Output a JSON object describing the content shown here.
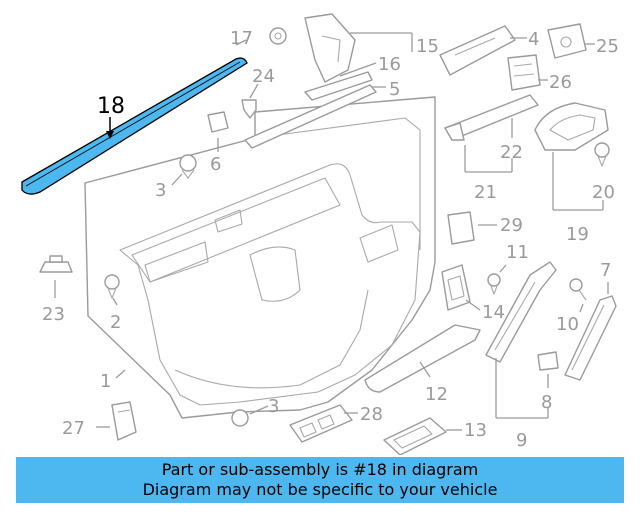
{
  "highlight_color": "#4db8f0",
  "callouts": {
    "c1": "1",
    "c2": "2",
    "c3a": "3",
    "c3b": "3",
    "c4": "4",
    "c5": "5",
    "c6": "6",
    "c7": "7",
    "c8": "8",
    "c9": "9",
    "c10": "10",
    "c11": "11",
    "c12": "12",
    "c13": "13",
    "c14": "14",
    "c15": "15",
    "c16": "16",
    "c17": "17",
    "c18": "18",
    "c19": "19",
    "c20": "20",
    "c21": "21",
    "c22": "22",
    "c23": "23",
    "c24": "24",
    "c25": "25",
    "c26": "26",
    "c27": "27",
    "c28": "28",
    "c29": "29"
  },
  "banner": {
    "line1": "Part or sub-assembly is #18 in diagram",
    "line2": "Diagram may not be specific to your vehicle"
  }
}
